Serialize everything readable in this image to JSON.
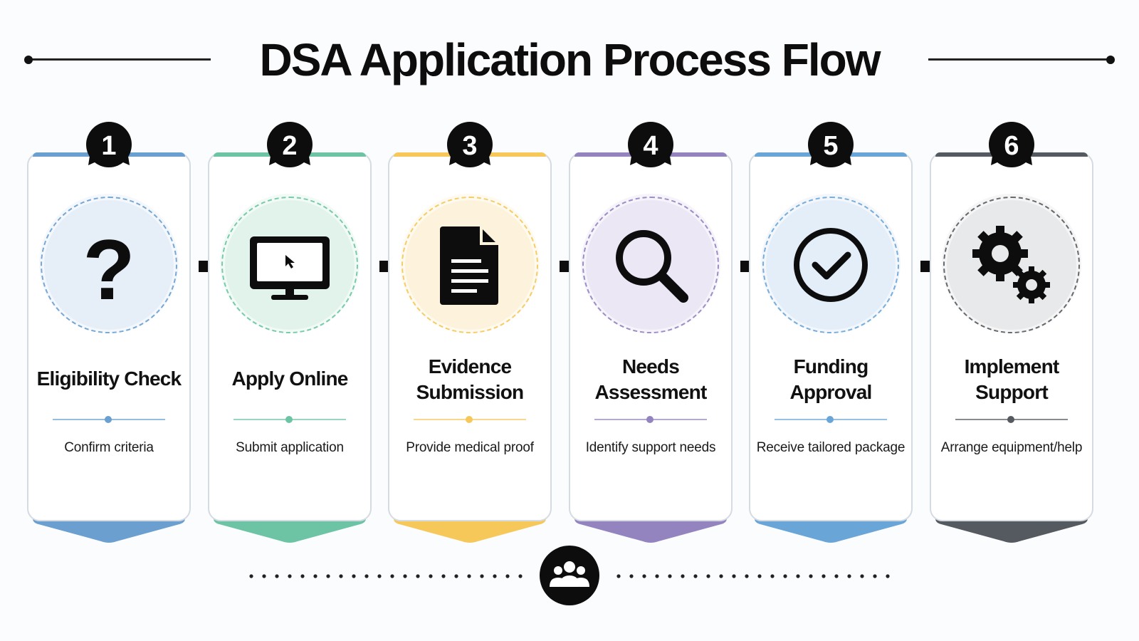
{
  "title": "DSA Application Process Flow",
  "steps": [
    {
      "number": "1",
      "title": [
        "Eligibility Check"
      ],
      "description": "Confirm criteria",
      "accent": "#6a9fd0",
      "tint": "#e6eff8",
      "icon": "question-mark-icon"
    },
    {
      "number": "2",
      "title": [
        "Apply Online"
      ],
      "description": "Submit application",
      "accent": "#6cc4a4",
      "tint": "#e2f3ec",
      "icon": "computer-monitor-icon"
    },
    {
      "number": "3",
      "title": [
        "Evidence",
        "Submission"
      ],
      "description": "Provide medical proof",
      "accent": "#f6c85a",
      "tint": "#fdf3dc",
      "icon": "document-icon"
    },
    {
      "number": "4",
      "title": [
        "Needs",
        "Assessment"
      ],
      "description": "Identify support needs",
      "accent": "#9384c0",
      "tint": "#ebe7f4",
      "icon": "magnifier-icon"
    },
    {
      "number": "5",
      "title": [
        "Funding",
        "Approval"
      ],
      "description": "Receive tailored package",
      "accent": "#6aa5d8",
      "tint": "#e4eef8",
      "icon": "checkmark-circle-icon"
    },
    {
      "number": "6",
      "title": [
        "Implement",
        "Support"
      ],
      "description": "Arrange equipment/help",
      "accent": "#555a60",
      "tint": "#e8e9ea",
      "icon": "gears-icon"
    }
  ],
  "footer_icon": "people-group-icon"
}
